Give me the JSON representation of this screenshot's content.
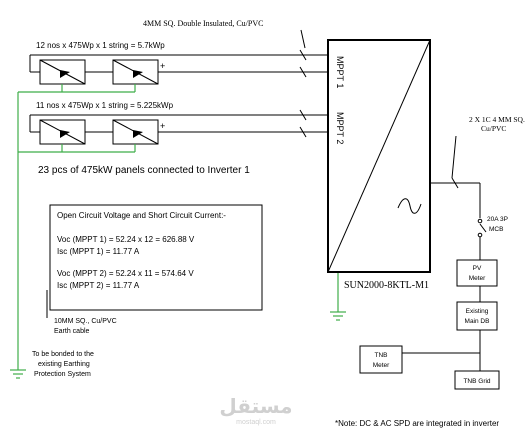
{
  "top_cable": "4MM SQ. Double Insulated, Cu/PVC",
  "string1": "12 nos x 475Wp x 1 string = 5.7kWp",
  "string2": "11 nos x 475Wp x 1 string = 5.225kWp",
  "mppt1": "MPPT 1",
  "mppt2": "MPPT 2",
  "panels_caption": "23 pcs of 475kW panels connected to Inverter 1",
  "ac_cable_line1": "2 X 1C 4 MM SQ.",
  "ac_cable_line2": "Cu/PVC",
  "inverter_model": "SUN2000-8KTL-M1",
  "mcb_line1": "20A 3P",
  "mcb_line2": "MCB",
  "pv_meter_line1": "PV",
  "pv_meter_line2": "Meter",
  "main_db_line1": "Existing",
  "main_db_line2": "Main DB",
  "tnb_meter_line1": "TNB",
  "tnb_meter_line2": "Meter",
  "tnb_grid": "TNB Grid",
  "oc_title": "Open Circuit Voltage and Short Circuit Current:-",
  "voc1": "Voc (MPPT 1) = 52.24 x 12 = 626.88 V",
  "isc1": "Isc (MPPT 1) = 11.77 A",
  "voc2": "Voc (MPPT 2) = 52.24 x 11 = 574.64 V",
  "isc2": "Isc (MPPT 2) = 11.77 A",
  "earth_cable_line1": "10MM SQ., Cu/PVC",
  "earth_cable_line2": "Earth cable",
  "bond_line1": "To be bonded to the",
  "bond_line2": "existing Earthing",
  "bond_line3": "Protection System",
  "plus_sign": "+",
  "watermark_arabic": "مستقل",
  "watermark_url": "mostaql.com",
  "note": "*Note: DC & AC SPD are integrated in inverter"
}
